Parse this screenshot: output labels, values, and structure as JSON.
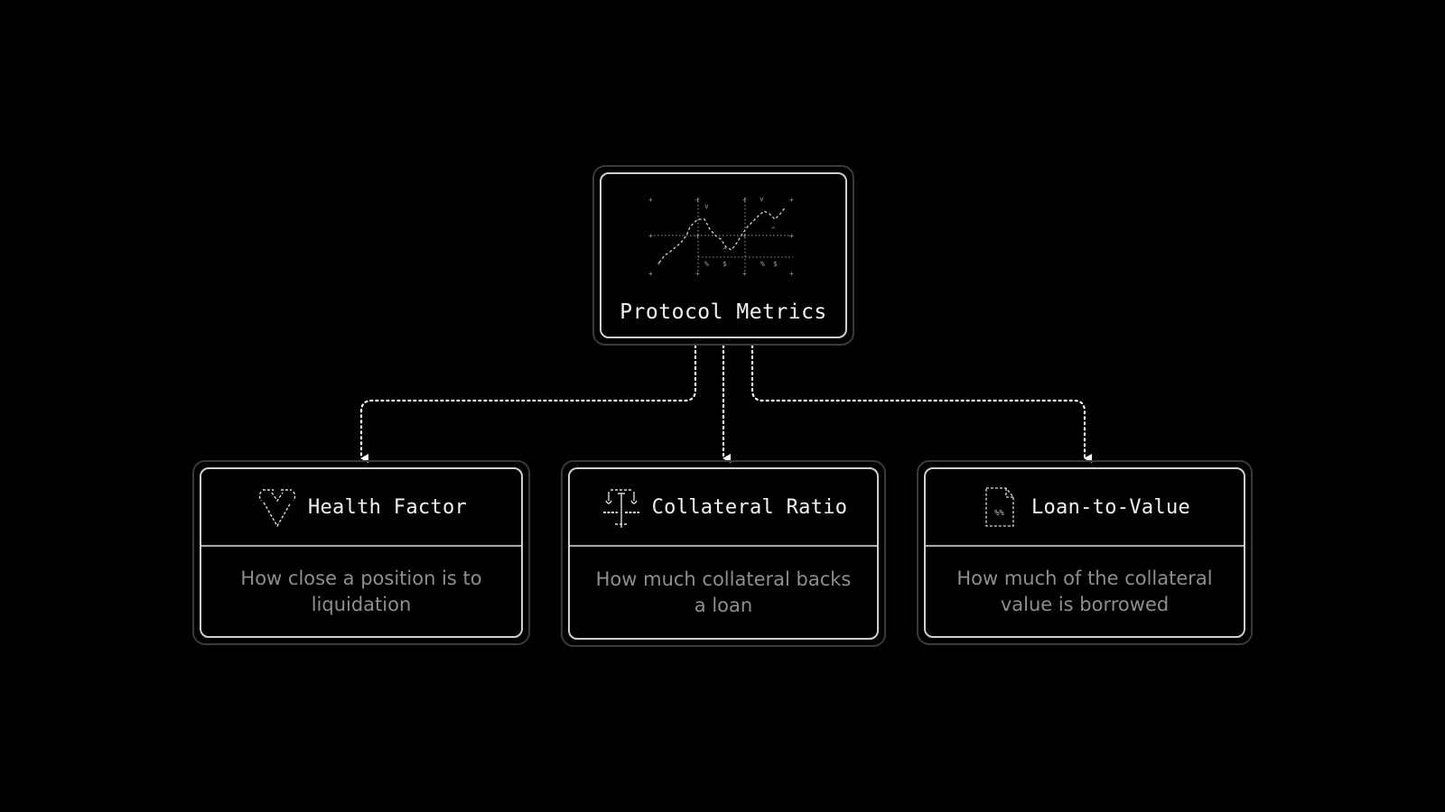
{
  "colors": {
    "background": "#000000",
    "node_border_outer": "#3a3a3a",
    "node_border_inner": "#cfcfcf",
    "title_text": "#f2f2f2",
    "description_text": "#8e8e8e",
    "connector": "#ffffff"
  },
  "root": {
    "title": "Protocol Metrics",
    "icon": "ascii-line-chart-icon",
    "chart_labels": [
      "v",
      "v",
      "^",
      "^",
      "*",
      "%",
      "$",
      "%",
      "$"
    ]
  },
  "children": [
    {
      "title": "Health Factor",
      "icon": "ascii-heart-icon",
      "description": "How close a position is to liquidation"
    },
    {
      "title": "Collateral Ratio",
      "icon": "ascii-scale-icon",
      "description": "How much collateral backs a loan"
    },
    {
      "title": "Loan-to-Value",
      "icon": "ascii-document-percent-icon",
      "description": "How much of the collateral value is borrowed"
    }
  ]
}
